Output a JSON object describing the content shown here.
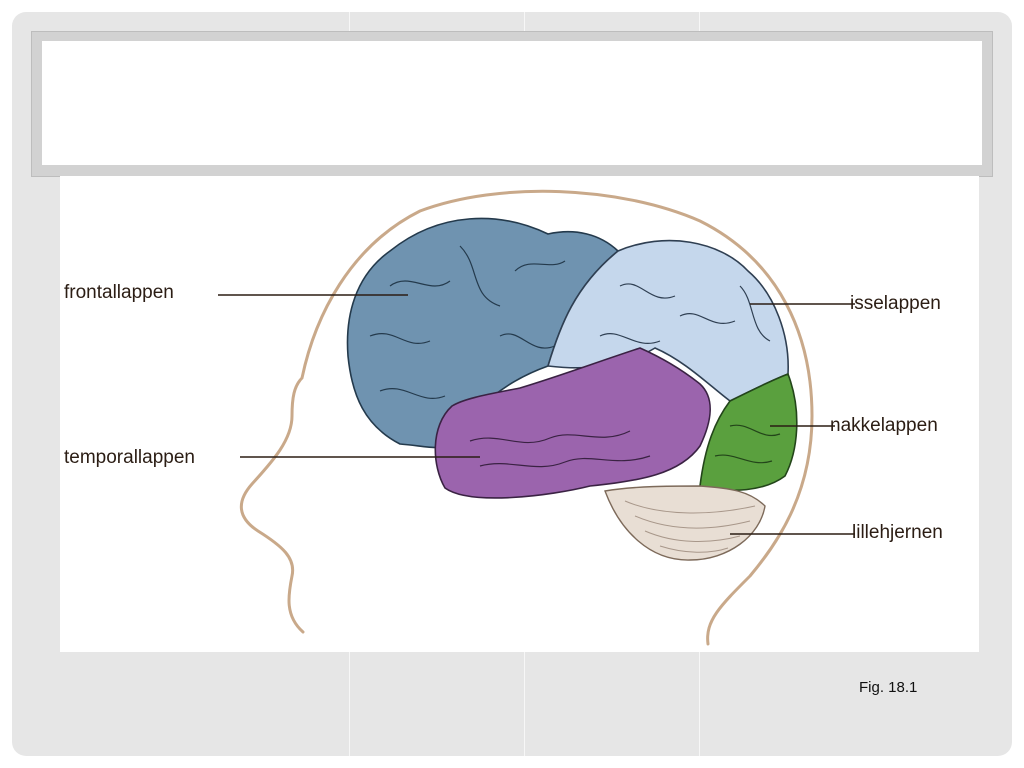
{
  "diagram": {
    "labels": {
      "frontal": "frontallappen",
      "temporal": "temporallappen",
      "parietal": "isselappen",
      "occipital": "nakkelappen",
      "cerebellum": "lillehjernen"
    },
    "caption": "Fig. 18.1"
  },
  "colors": {
    "frontal_lobe": "#6f93b0",
    "parietal_lobe": "#c5d7ec",
    "temporal_lobe": "#9b64ad",
    "occipital_lobe": "#5aa03e",
    "cerebellum": "#e8ded4",
    "head_outline": "#c9a98a",
    "slide_background": "#e6e6e6"
  }
}
